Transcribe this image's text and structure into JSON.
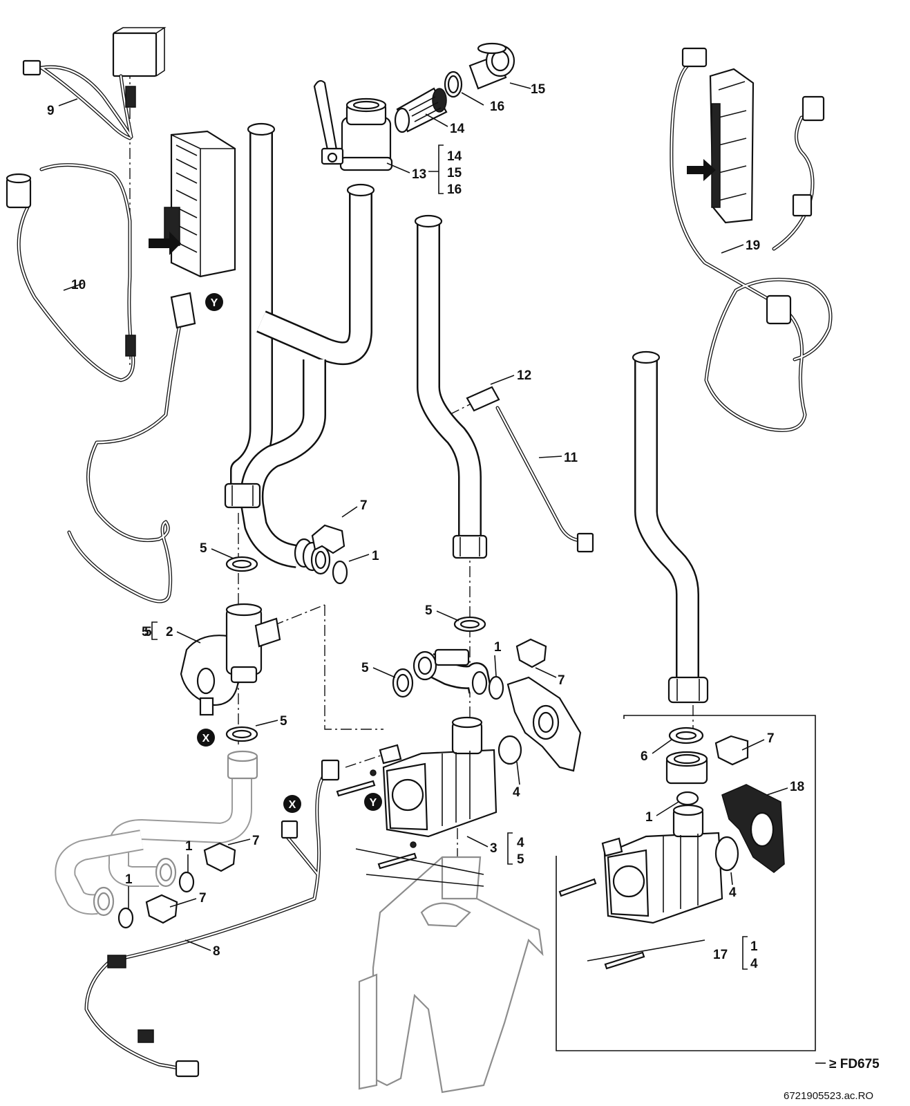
{
  "diagram": {
    "labels": [
      {
        "id": "l9",
        "text": "9",
        "part": "wiring-harness"
      },
      {
        "id": "l15",
        "text": "15",
        "part": "filter-nut"
      },
      {
        "id": "l16",
        "text": "16",
        "part": "o-ring"
      },
      {
        "id": "l14",
        "text": "14",
        "part": "filter-strainer"
      },
      {
        "id": "l13",
        "text": "13",
        "part": "ball-valve"
      },
      {
        "id": "l10",
        "text": "10",
        "part": "cable-loop"
      },
      {
        "id": "l12",
        "text": "12",
        "part": "sensor-clip"
      },
      {
        "id": "l11",
        "text": "11",
        "part": "temperature-sensor"
      },
      {
        "id": "l19",
        "text": "19",
        "part": "cable-harness"
      },
      {
        "id": "l7a",
        "text": "7",
        "part": "clip"
      },
      {
        "id": "l1a",
        "text": "1",
        "part": "o-ring"
      },
      {
        "id": "l5a",
        "text": "5",
        "part": "gasket"
      },
      {
        "id": "l5b",
        "text": "5",
        "part": "gasket"
      },
      {
        "id": "l2",
        "text": "2",
        "part": "three-way-valve"
      },
      {
        "id": "l5c",
        "text": "5",
        "part": "gasket"
      },
      {
        "id": "l5d",
        "text": "5",
        "part": "gasket"
      },
      {
        "id": "l1b",
        "text": "1",
        "part": "o-ring"
      },
      {
        "id": "l7b",
        "text": "7",
        "part": "clip"
      },
      {
        "id": "l5e",
        "text": "5",
        "part": "gasket"
      },
      {
        "id": "l4a",
        "text": "4",
        "part": "o-ring"
      },
      {
        "id": "l3",
        "text": "3",
        "part": "pump"
      },
      {
        "id": "l7c",
        "text": "7",
        "part": "clip"
      },
      {
        "id": "l7d",
        "text": "7",
        "part": "clip"
      },
      {
        "id": "l1c",
        "text": "1",
        "part": "o-ring"
      },
      {
        "id": "l1d",
        "text": "1",
        "part": "o-ring"
      },
      {
        "id": "l8",
        "text": "8",
        "part": "pump-cable"
      },
      {
        "id": "l6",
        "text": "6",
        "part": "gasket"
      },
      {
        "id": "l7e",
        "text": "7",
        "part": "clip"
      },
      {
        "id": "l18",
        "text": "18",
        "part": "pump-bracket"
      },
      {
        "id": "l1e",
        "text": "1",
        "part": "o-ring"
      },
      {
        "id": "l4b",
        "text": "4",
        "part": "o-ring"
      },
      {
        "id": "l17",
        "text": "17",
        "part": "pump-alt"
      }
    ],
    "kits": [
      {
        "id": "k13",
        "items": [
          "14",
          "15",
          "16"
        ]
      },
      {
        "id": "k2",
        "items": [
          "5"
        ]
      },
      {
        "id": "k3",
        "items": [
          "4",
          "5"
        ]
      },
      {
        "id": "k17",
        "items": [
          "1",
          "4"
        ]
      }
    ],
    "markers": {
      "x": "X",
      "y": "Y"
    },
    "variant_note": "≥ FD675",
    "reference": "6721905523.ac.RO"
  }
}
